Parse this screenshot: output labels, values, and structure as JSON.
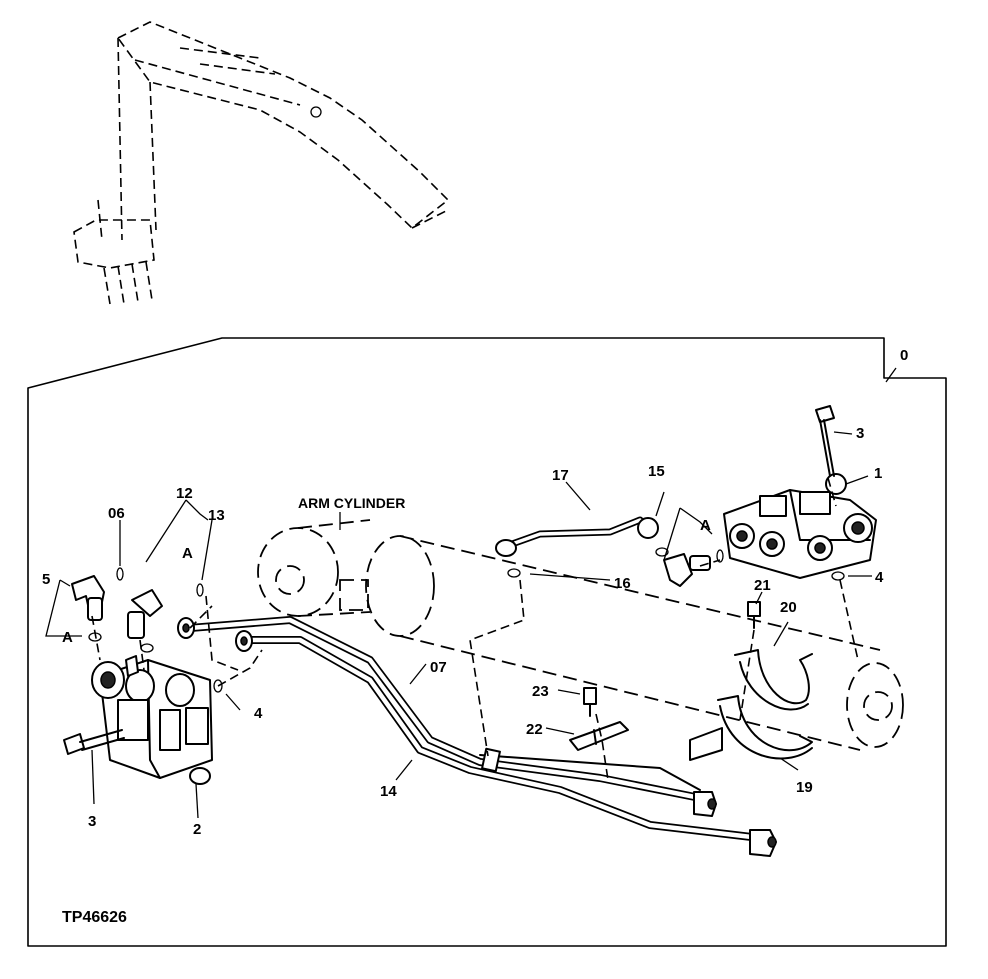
{
  "callouts": {
    "c0": "0",
    "c1": "1",
    "c2": "2",
    "c3a": "3",
    "c3b": "3",
    "c4a": "4",
    "c4b": "4",
    "c5": "5",
    "c06": "06",
    "c07": "07",
    "c12": "12",
    "c13": "13",
    "c14": "14",
    "c15": "15",
    "c16": "16",
    "c17": "17",
    "c19": "19",
    "c20": "20",
    "c21": "21",
    "c22": "22",
    "c23": "23",
    "a_left": "A",
    "a_mid": "A",
    "a_right": "A"
  },
  "labels": {
    "arm_cylinder": "ARM CYLINDER",
    "figure_id": "TP46626"
  }
}
